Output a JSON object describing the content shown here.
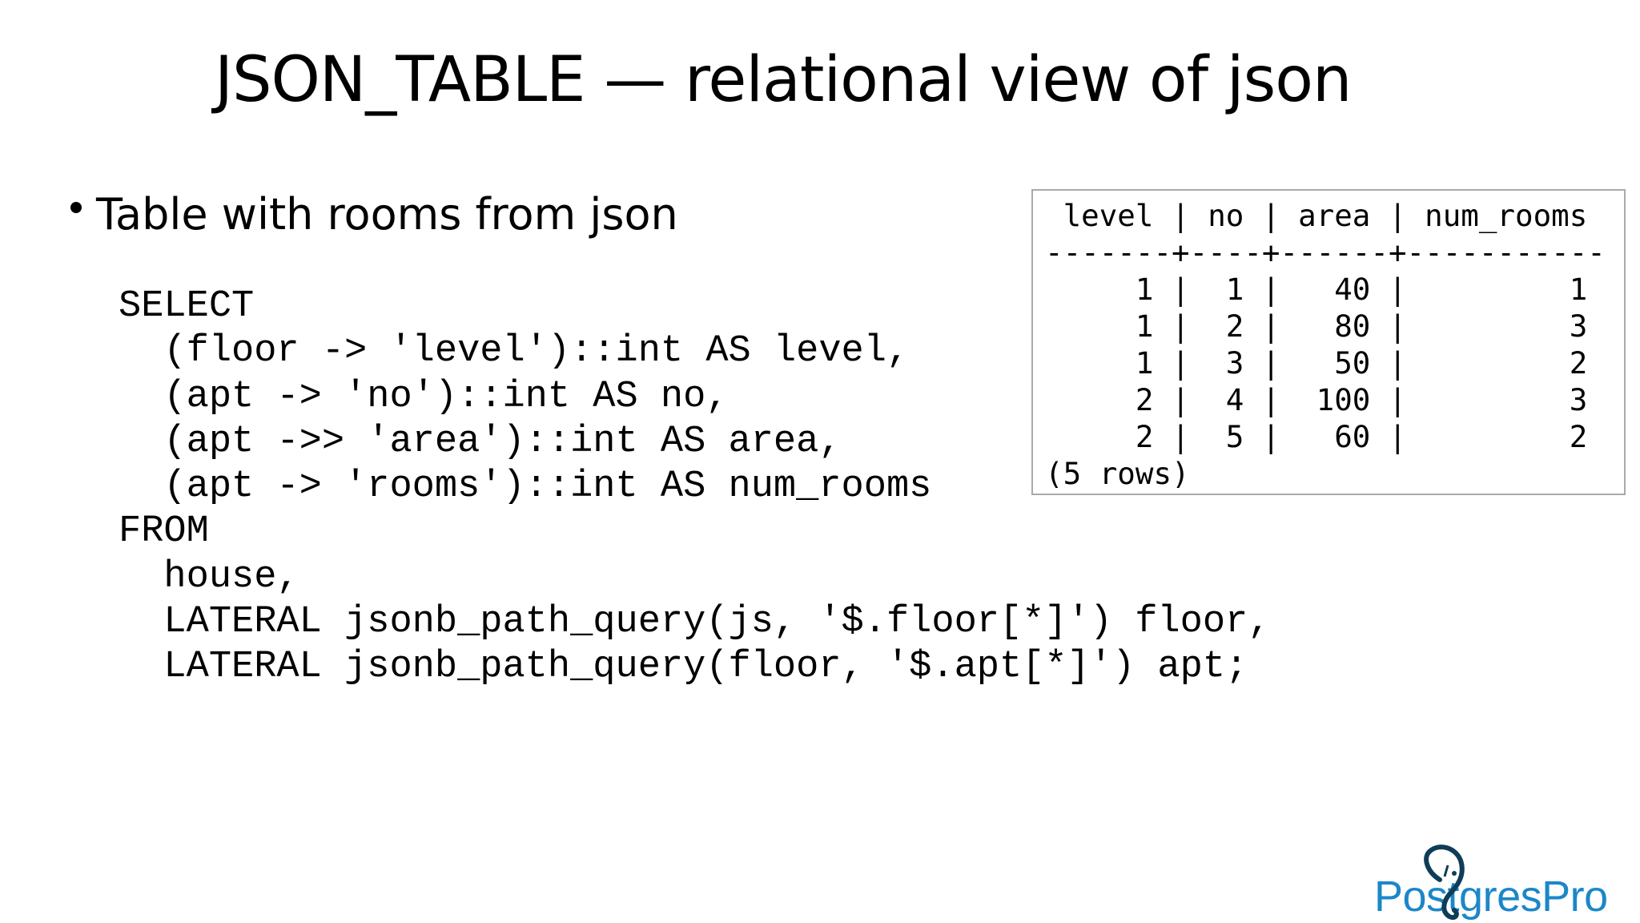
{
  "slide": {
    "title": "JSON_TABLE — relational view of json",
    "bullet": "Table with rooms from json",
    "code_lines": [
      "SELECT",
      "  (floor -> 'level')::int AS level,",
      "  (apt -> 'no')::int AS no,",
      "  (apt ->> 'area')::int AS area,",
      "  (apt -> 'rooms')::int AS num_rooms",
      "FROM",
      "  house,",
      "  LATERAL jsonb_path_query(js, '$.floor[*]') floor,",
      "  LATERAL jsonb_path_query(floor, '$.apt[*]') apt;"
    ],
    "result_lines": [
      " level | no | area | num_rooms",
      "-------+----+------+-----------",
      "     1 |  1 |   40 |         1",
      "     1 |  2 |   80 |         3",
      "     1 |  3 |   50 |         2",
      "     2 |  4 |  100 |         3",
      "     2 |  5 |   60 |         2",
      "(5 rows)"
    ],
    "logo_text": "PostgresPro",
    "colors": {
      "logo_blue": "#1b87c9",
      "logo_dark": "#0f3d57",
      "box_border": "#aaaaaa"
    }
  }
}
